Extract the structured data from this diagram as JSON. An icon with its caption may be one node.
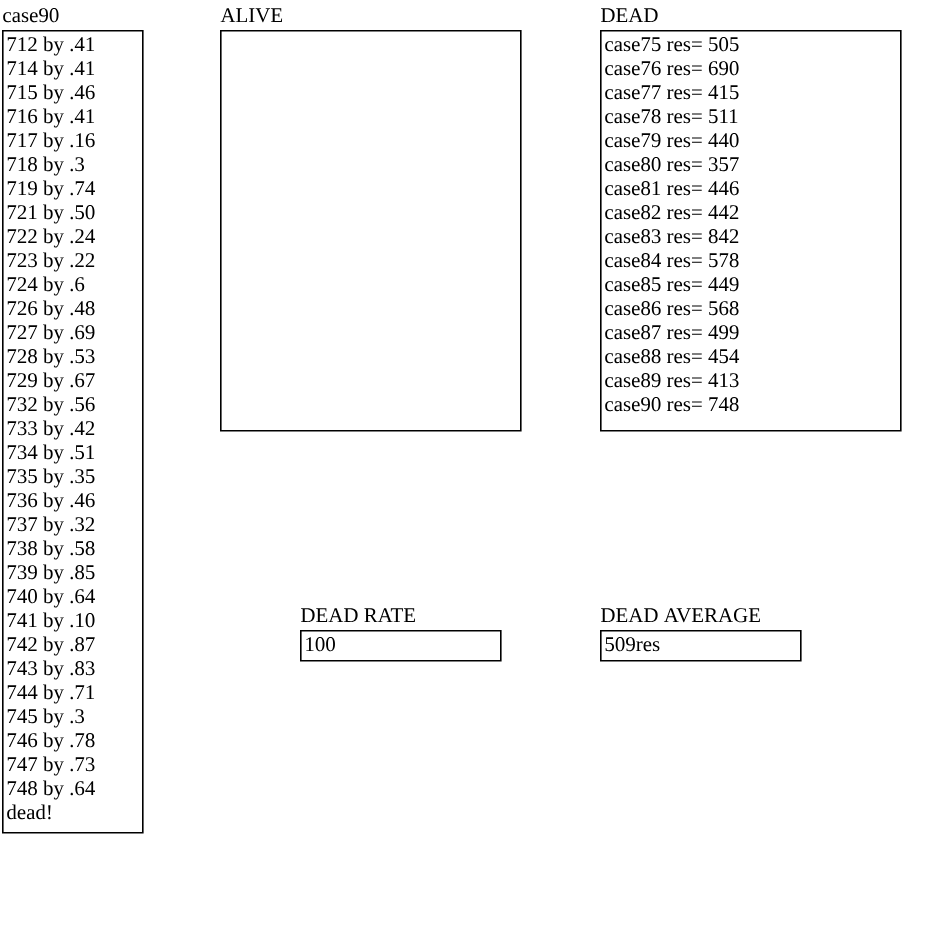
{
  "diagram": {
    "nodes": [
      {
        "text": [
          "case90",
          "712 by .41",
          "714 by .41",
          "715 by .46",
          "716 by .41",
          "717 by .16",
          "718 by .3",
          "719 by .74",
          "721 by .50",
          "722 by .24",
          "723 by .22",
          "724 by .6",
          "726 by .48",
          "727 by .69",
          "728 by .53",
          "729 by .67",
          "732 by .56",
          "733 by .42",
          "734 by .51",
          "735 by .35",
          "736 by .46",
          "737 by .32",
          "738 by .58",
          "739 by .85",
          "740 by .64",
          "741 by .10",
          "742 by .87",
          "743 by .83",
          "744 by .71",
          "745 by .3",
          "746 by .78",
          "747 by .73",
          "748 by .64",
          "dead!"
        ]
      },
      {
        "text": [
          "ALIVE"
        ]
      },
      {
        "text": [
          "DEAD",
          "case75 res= 505",
          "case76 res= 690",
          "case77 res= 415",
          "case78 res= 511",
          "case79 res= 440",
          "case80 res= 357",
          "case81 res= 446",
          "case82 res= 442",
          "case83 res= 842",
          "case84 res= 578",
          "case85 res= 449",
          "case86 res= 568",
          "case87 res= 499",
          "case88 res= 454",
          "case89 res= 413",
          "case90 res= 748"
        ]
      },
      {
        "text": [
          "DEAD RATE",
          "100"
        ]
      },
      {
        "text": [
          "DEAD AVERAGE",
          "509res"
        ]
      }
    ]
  }
}
